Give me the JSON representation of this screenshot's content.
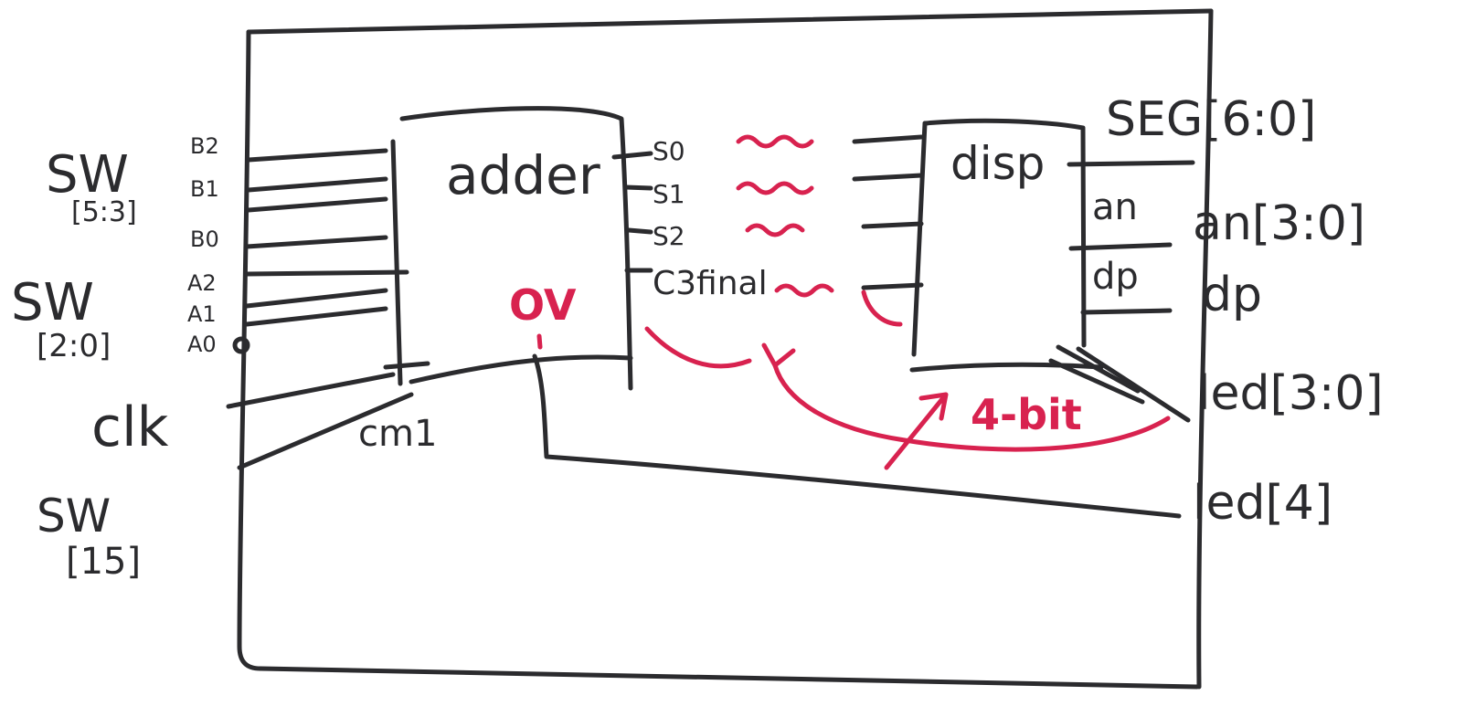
{
  "colors": {
    "ink": "#2b2b2e",
    "annotation": "#d8224f",
    "paper": "#ffffff"
  },
  "inputs": {
    "sw_b": {
      "line1": "SW",
      "line2": "[5:3]"
    },
    "sw_a": {
      "line1": "SW",
      "line2": "[2:0]"
    },
    "clk": "clk",
    "sw_15": {
      "line1": "SW",
      "line2": "[15]"
    }
  },
  "pins": {
    "b2": "B2",
    "b1": "B1",
    "b0": "B0",
    "a2": "A2",
    "a1": "A1",
    "a0": "A0"
  },
  "adder": {
    "title": "adder",
    "outputs": [
      "S0",
      "S1",
      "S2",
      "C3final"
    ],
    "overflow": "OV"
  },
  "cm1": "cm1",
  "disp": {
    "title": "disp",
    "an_box": "an",
    "dp_box": "dp"
  },
  "outputs": {
    "seg": "SEG[6:0]",
    "an": "an[3:0]",
    "dp": "dp",
    "led_low": "led[3:0]",
    "led_4": "led[4]"
  },
  "annotation": {
    "bus_label": "4-bit"
  }
}
